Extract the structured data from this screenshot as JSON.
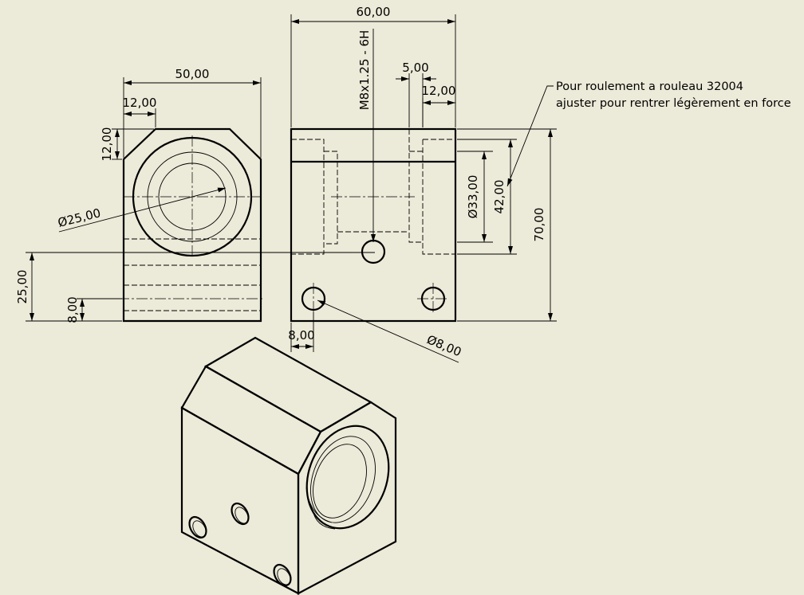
{
  "colors": {
    "background": "#ecead8",
    "ink": "#000000"
  },
  "dimensions": {
    "width_60": "60,00",
    "width_50": "50,00",
    "chamfer_h_12": "12,00",
    "chamfer_v_12": "12,00",
    "thread": "M8x1.25 - 6H",
    "offset_5": "5,00",
    "depth_12": "12,00",
    "dia_25": "Ø25,00",
    "dia_33": "Ø33,00",
    "height_42": "42,00",
    "height_70": "70,00",
    "height_25": "25,00",
    "height_8": "8,00",
    "hole_offset_8": "8,00",
    "dia_8": "Ø8,00"
  },
  "note": {
    "line1": "Pour roulement a rouleau 32004",
    "line2": "ajuster pour rentrer légèrement en force"
  }
}
